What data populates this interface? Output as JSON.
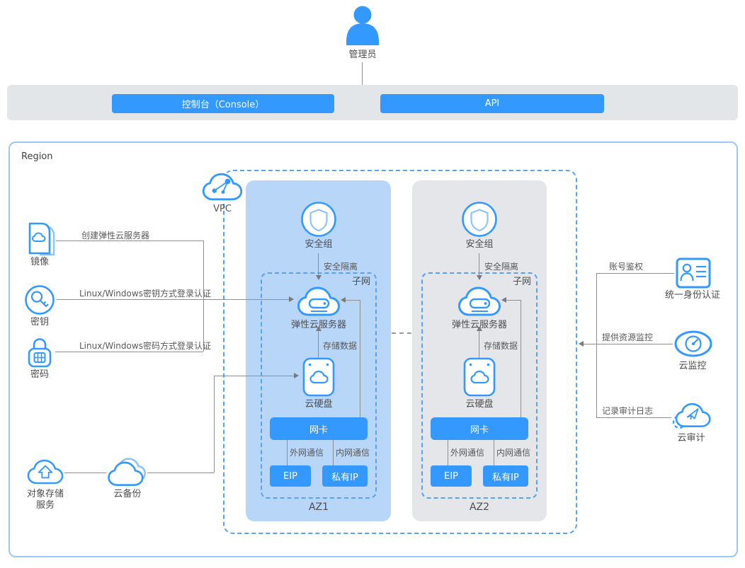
{
  "colors": {
    "accent": "#3399ff",
    "az1_fill": "#b8d6f8",
    "az2_fill": "#e4e6e9",
    "bar_fill": "#e3e6e9",
    "region_border": "#9cc7f3",
    "dashed_border": "#57a2f1",
    "connector_line": "#8f8f8f"
  },
  "admin": {
    "label": "管理员"
  },
  "access_bar": {
    "console": "控制台（Console）",
    "api": "API"
  },
  "region": {
    "label": "Region"
  },
  "vpc": {
    "label": "VPC"
  },
  "az1": {
    "name": "AZ1",
    "security_group": "安全组",
    "security_isolation": "安全隔离",
    "subnet": "子网",
    "ecs": "弹性云服务器",
    "storage_data": "存储数据",
    "evs": "云硬盘",
    "nic": "网卡",
    "external_comm": "外网通信",
    "internal_comm": "内网通信",
    "eip": "EIP",
    "private_ip": "私有IP"
  },
  "az2": {
    "name": "AZ2",
    "security_group": "安全组",
    "security_isolation": "安全隔离",
    "subnet": "子网",
    "ecs": "弹性云服务器",
    "storage_data": "存储数据",
    "evs": "云硬盘",
    "nic": "网卡",
    "external_comm": "外网通信",
    "internal_comm": "内网通信",
    "eip": "EIP",
    "private_ip": "私有IP"
  },
  "left_services": {
    "image": {
      "label": "镜像",
      "link": "创建弹性云服务器"
    },
    "keypair": {
      "label": "密钥",
      "link": "Linux/Windows密钥方式登录认证"
    },
    "password": {
      "label": "密码",
      "link": "Linux/Windows密码方式登录认证"
    },
    "obs": {
      "label": "对象存储\n服务"
    },
    "cbr": {
      "label": "云备份"
    }
  },
  "right_services": {
    "iam": {
      "label": "统一身份认证",
      "link": "账号鉴权"
    },
    "cloud_eye": {
      "label": "云监控",
      "link": "提供资源监控"
    },
    "cts": {
      "label": "云审计",
      "link": "记录审计日志"
    }
  }
}
